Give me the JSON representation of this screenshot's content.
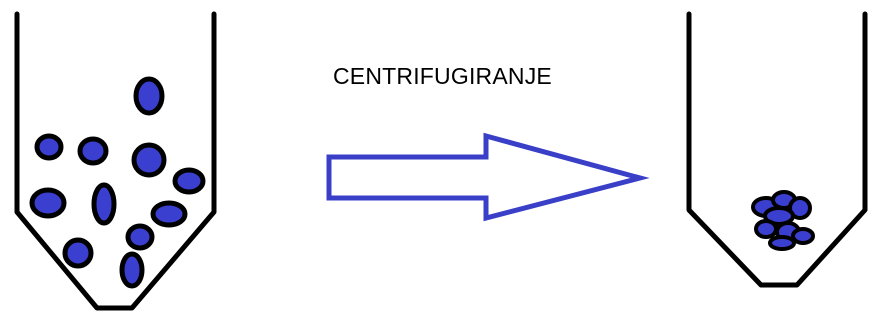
{
  "diagram": {
    "process_label": "CENTRIFUGIRANJE",
    "colors": {
      "particle_fill": "#3a3fd0",
      "outline": "#000000",
      "arrow_stroke": "#3a3fc8",
      "background": "#ffffff"
    },
    "tubes": [
      {
        "name": "before",
        "state": "suspended particles"
      },
      {
        "name": "after",
        "state": "pellet"
      }
    ],
    "arrow": {
      "direction": "right",
      "icon": "right-arrow-icon"
    }
  }
}
